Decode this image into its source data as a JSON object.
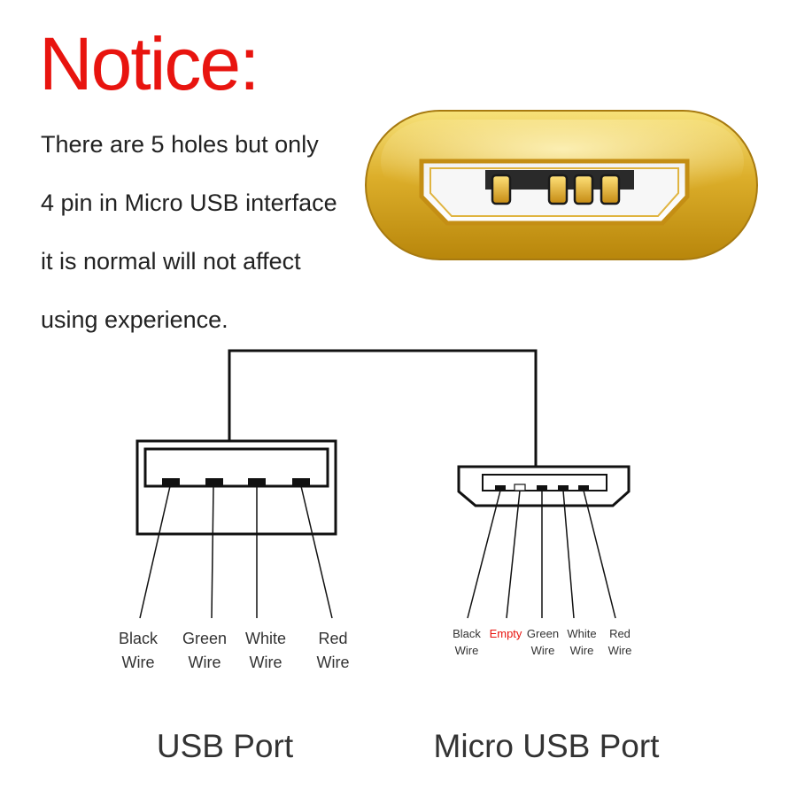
{
  "notice": {
    "title": "Notice:",
    "lines": [
      "There are 5 holes  but only",
      "4 pin in Micro USB interface",
      "it is normal will not affect",
      "using experience."
    ]
  },
  "usb_port": {
    "title": "USB Port",
    "wires": [
      {
        "line1": "Black",
        "line2": "Wire"
      },
      {
        "line1": "Green",
        "line2": "Wire"
      },
      {
        "line1": "White",
        "line2": "Wire"
      },
      {
        "line1": "Red",
        "line2": "Wire"
      }
    ]
  },
  "micro_usb_port": {
    "title": "Micro USB Port",
    "wires": [
      {
        "line1": "Black",
        "line2": "Wire"
      },
      {
        "line1": "Empty",
        "line2": ""
      },
      {
        "line1": "Green",
        "line2": "Wire"
      },
      {
        "line1": "White",
        "line2": "Wire"
      },
      {
        "line1": "Red",
        "line2": "Wire"
      }
    ]
  },
  "colors": {
    "notice": "#e8140f",
    "empty_label": "#e8140f",
    "connector_gold": "#d9a520",
    "line": "#111111"
  }
}
